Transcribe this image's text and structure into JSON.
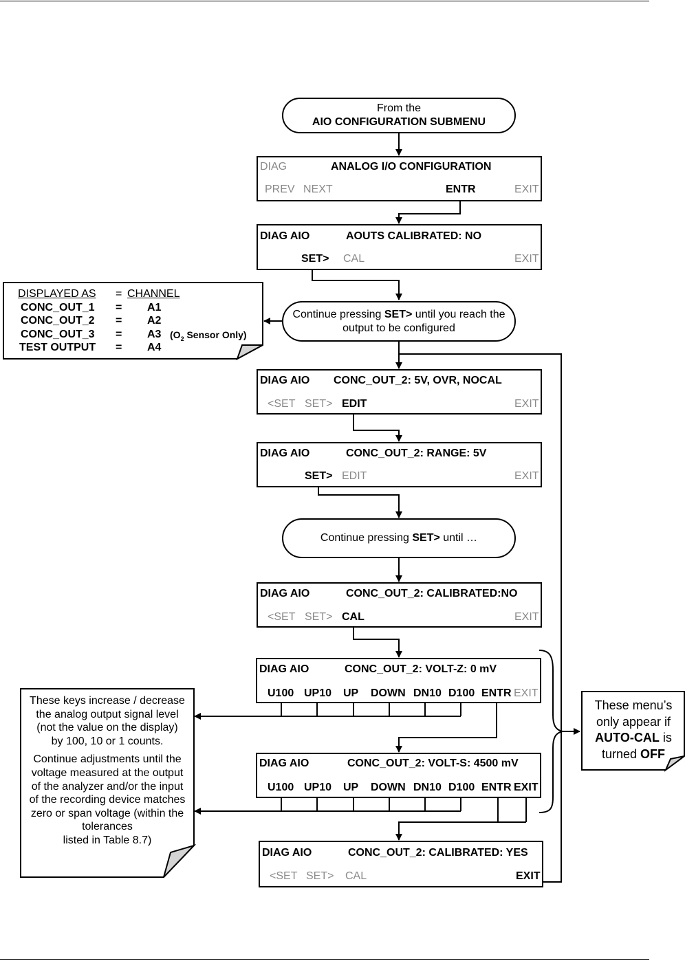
{
  "start_box": {
    "line1": "From the",
    "line2": "AIO CONFIGURATION SUBMENU"
  },
  "screen1": {
    "mode": "DIAG",
    "title": "ANALOG I/O CONFIGURATION",
    "keys": [
      "PREV",
      "NEXT",
      "ENTR",
      "EXIT"
    ]
  },
  "screen2": {
    "mode": "DIAG AIO",
    "title": "AOUTS CALIBRATED: NO",
    "keys": [
      "SET>",
      "CAL",
      "EXIT"
    ]
  },
  "continue1": {
    "pre": "Continue pressing ",
    "key": "SET>",
    "post": " until you reach the",
    "line2": "output to be configured"
  },
  "channel_table": {
    "header_left": "DISPLAYED AS",
    "header_eq": "=",
    "header_right": "CHANNEL",
    "rows": [
      {
        "name": "CONC_OUT_1",
        "eq": "=",
        "channel": "A1",
        "note": ""
      },
      {
        "name": "CONC_OUT_2",
        "eq": "=",
        "channel": "A2",
        "note": ""
      },
      {
        "name": "CONC_OUT_3",
        "eq": "=",
        "channel": "A3",
        "note_pre": "(O",
        "note_sub": "2",
        "note_post": " Sensor Only)"
      },
      {
        "name": "TEST OUTPUT",
        "eq": "=",
        "channel": "A4",
        "note": ""
      }
    ]
  },
  "screen3": {
    "mode": "DIAG AIO",
    "title": "CONC_OUT_2: 5V, OVR, NOCAL",
    "keys": [
      "<SET",
      "SET>",
      "EDIT",
      "EXIT"
    ]
  },
  "screen4": {
    "mode": "DIAG AIO",
    "title": "CONC_OUT_2: RANGE: 5V",
    "keys": [
      "SET>",
      "EDIT",
      "EXIT"
    ]
  },
  "continue2": {
    "pre": "Continue pressing ",
    "key": "SET>",
    "post": " until …"
  },
  "screen5": {
    "mode": "DIAG AIO",
    "title": "CONC_OUT_2: CALIBRATED:NO",
    "keys": [
      "<SET",
      "SET>",
      "CAL",
      "EXIT"
    ]
  },
  "screen6": {
    "mode": "DIAG AIO",
    "title": "CONC_OUT_2:  VOLT-Z: 0 mV",
    "keys": [
      "U100",
      "UP10",
      "UP",
      "DOWN",
      "DN10",
      "D100",
      "ENTR",
      "EXIT"
    ]
  },
  "screen7": {
    "mode": "DIAG AIO",
    "title": "CONC_OUT_2:  VOLT-S: 4500 mV",
    "keys": [
      "U100",
      "UP10",
      "UP",
      "DOWN",
      "DN10",
      "D100",
      "ENTR",
      "EXIT"
    ]
  },
  "screen8": {
    "mode": "DIAG AIO",
    "title": "CONC_OUT_2: CALIBRATED: YES",
    "keys": [
      "<SET",
      "SET>",
      "CAL",
      "EXIT"
    ]
  },
  "keys_note": {
    "p1": [
      "These keys increase / decrease",
      "the analog output signal level",
      "(not the value on the display)",
      "by 100, 10 or 1 counts."
    ],
    "p2": [
      "Continue adjustments until the",
      "voltage measured at the output",
      "of the analyzer and/or the input",
      "of the recording device matches",
      "zero or span voltage (within the",
      "tolerances",
      "listed in Table 8.7)"
    ]
  },
  "autocal_note": {
    "l1": "These menu’s",
    "l2": "only appear if",
    "l3_bold": "AUTO-CAL",
    "l3_rest": " is",
    "l4_pre": "turned ",
    "l4_bold": "OFF"
  }
}
